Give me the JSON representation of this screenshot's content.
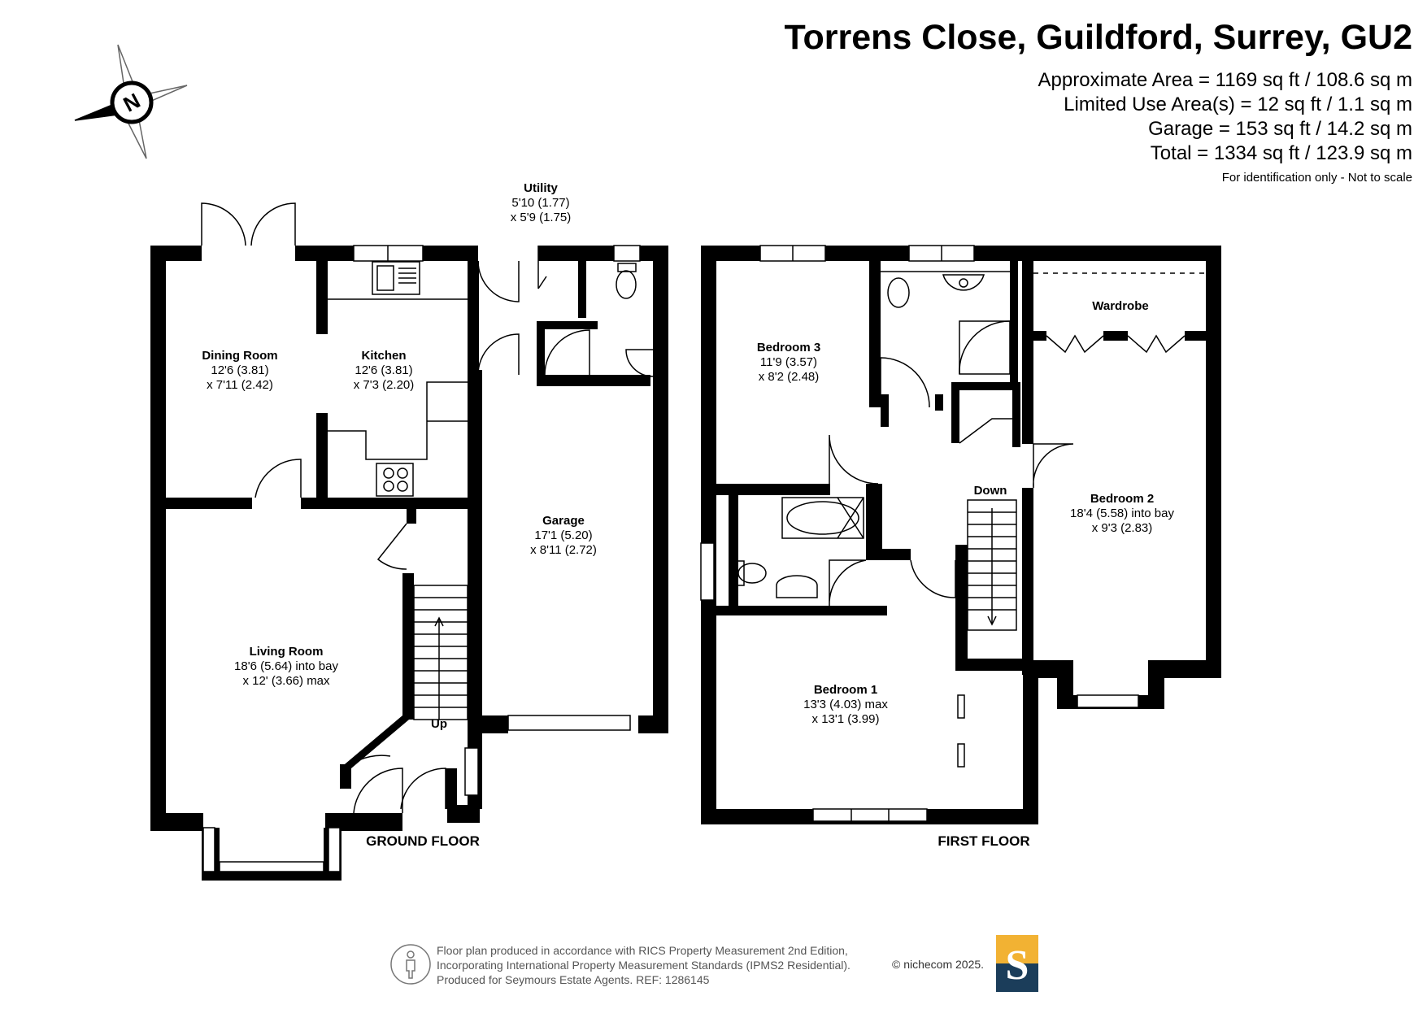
{
  "header": {
    "title": "Torrens Close, Guildford, Surrey, GU2",
    "areas": [
      "Approximate Area = 1169 sq ft / 108.6 sq m",
      "Limited Use Area(s) = 12 sq ft / 1.1 sq m",
      "Garage = 153 sq ft / 14.2 sq m",
      "Total = 1334 sq ft / 123.9 sq m"
    ],
    "disclaimer": "For identification only - Not to scale"
  },
  "compass": {
    "label": "N"
  },
  "floors": {
    "ground": "GROUND FLOOR",
    "first": "FIRST FLOOR"
  },
  "rooms": {
    "utility": {
      "name": "Utility",
      "dim1": "5'10 (1.77)",
      "dim2": "x 5'9 (1.75)"
    },
    "dining": {
      "name": "Dining Room",
      "dim1": "12'6 (3.81)",
      "dim2": "x 7'11 (2.42)"
    },
    "kitchen": {
      "name": "Kitchen",
      "dim1": "12'6 (3.81)",
      "dim2": "x 7'3 (2.20)"
    },
    "garage": {
      "name": "Garage",
      "dim1": "17'1 (5.20)",
      "dim2": "x 8'11 (2.72)"
    },
    "living": {
      "name": "Living Room",
      "dim1": "18'6 (5.64) into bay",
      "dim2": "x 12' (3.66) max"
    },
    "bedroom3": {
      "name": "Bedroom 3",
      "dim1": "11'9 (3.57)",
      "dim2": "x 8'2 (2.48)"
    },
    "wardrobe": {
      "name": "Wardrobe"
    },
    "bedroom2": {
      "name": "Bedroom 2",
      "dim1": "18'4 (5.58) into bay",
      "dim2": "x 9'3 (2.83)"
    },
    "bedroom1": {
      "name": "Bedroom 1",
      "dim1": "13'3 (4.03) max",
      "dim2": "x 13'1 (3.99)"
    }
  },
  "stairs": {
    "up": "Up",
    "down": "Down"
  },
  "footer": {
    "line1": "Floor plan produced in accordance with RICS Property Measurement 2nd Edition,",
    "line2": "Incorporating International Property Measurement Standards (IPMS2 Residential).",
    "line3": "Produced for Seymours Estate Agents.   REF: 1286145",
    "copyright": "© nichecom 2025.",
    "logo_letter": "S"
  },
  "colors": {
    "wall": "#000000",
    "logo_gold": "#f2b233",
    "logo_navy": "#1b3d5a"
  }
}
